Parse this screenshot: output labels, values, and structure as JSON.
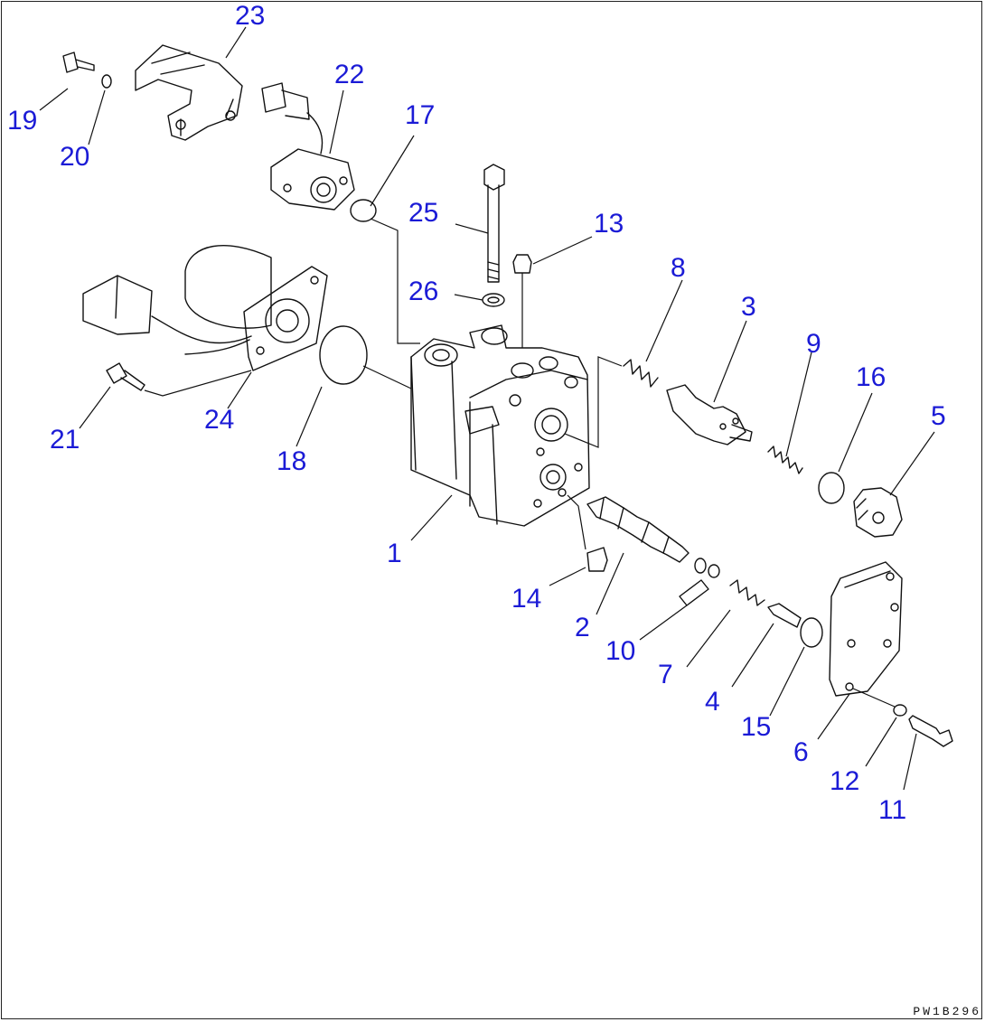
{
  "diagram": {
    "type": "exploded-parts-view",
    "drawing_code": "PW1B296",
    "callout_color": "#1b1bd6",
    "callouts": [
      "1",
      "2",
      "3",
      "4",
      "5",
      "6",
      "7",
      "8",
      "9",
      "10",
      "11",
      "12",
      "13",
      "14",
      "15",
      "16",
      "17",
      "18",
      "19",
      "20",
      "21",
      "22",
      "23",
      "24",
      "25",
      "26"
    ]
  }
}
